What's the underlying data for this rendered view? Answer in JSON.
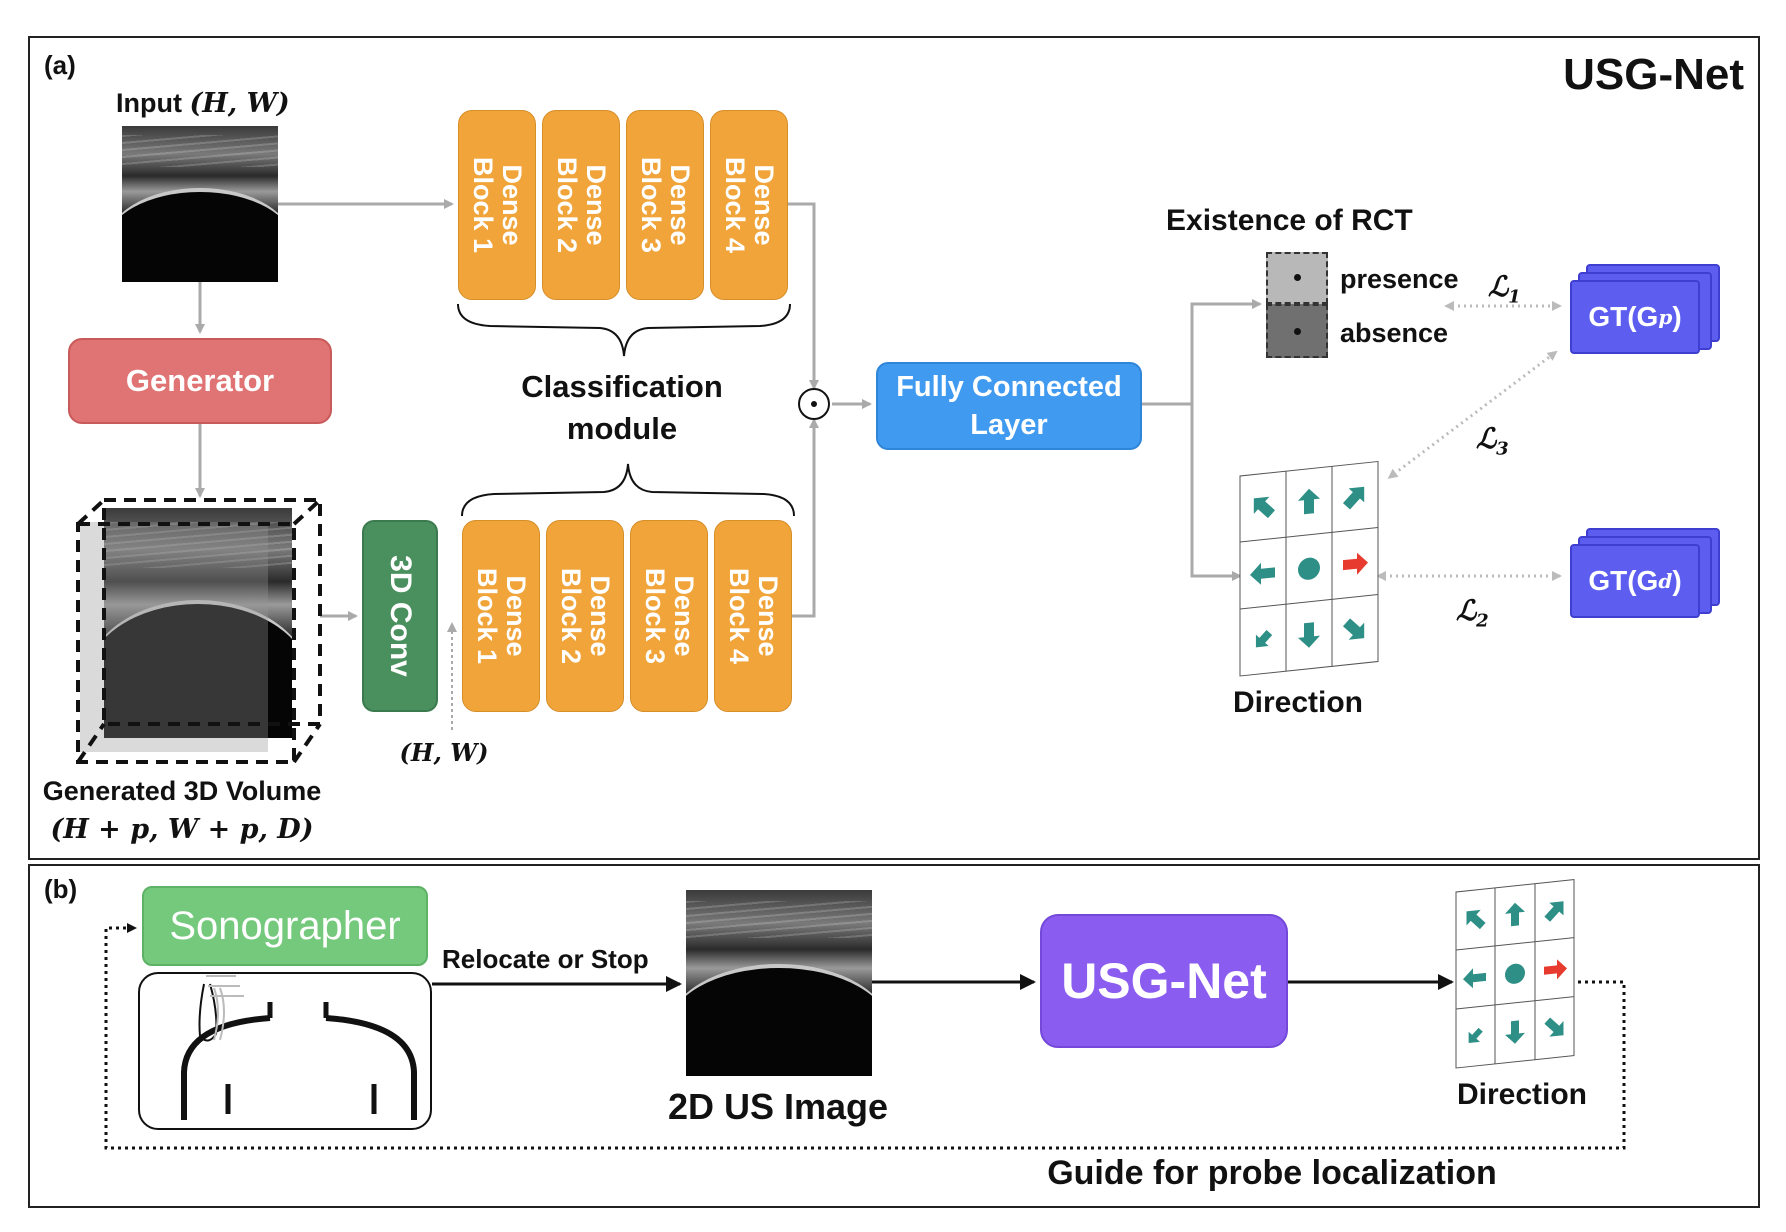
{
  "panel_a": {
    "label": "(a)",
    "title": "USG-Net",
    "input_label_prefix": "Input ",
    "input_dims": "(H, W)",
    "generator": "Generator",
    "volume_label": "Generated 3D Volume",
    "volume_dims": "(H + p, W + p, D)",
    "conv3d": "3D Conv",
    "conv_dims": "(H, W)",
    "dense_blocks": [
      "Dense\nBlock 1",
      "Dense\nBlock 2",
      "Dense\nBlock 3",
      "Dense\nBlock 4"
    ],
    "classification_module": "Classification\nmodule",
    "fusion_symbol": "⊙",
    "fc_layer": "Fully Connected\nLayer",
    "existence_title": "Existence of RCT",
    "presence": "presence",
    "absence": "absence",
    "loss1": "ℒ",
    "loss1_sub": "1",
    "loss2": "ℒ",
    "loss2_sub": "2",
    "loss3": "ℒ",
    "loss3_sub": "3",
    "gt_p": "GT(G",
    "gt_p_sub": "p",
    "gt_d": "GT(G",
    "gt_d_sub": "d",
    "direction": "Direction"
  },
  "panel_b": {
    "label": "(b)",
    "sonographer": "Sonographer",
    "relocate": "Relocate or Stop",
    "us_image": "2D US Image",
    "usgnet": "USG-Net",
    "direction": "Direction",
    "guide": "Guide for probe localization"
  },
  "colors": {
    "dense": "#f0a43a",
    "generator": "#e07373",
    "conv3d": "#4a8f5e",
    "fc": "#3f9af0",
    "gt": "#5d5ef0",
    "usgnet_b": "#8a5cf0",
    "sonographer": "#74c97d",
    "arrow_teal": "#2e8f86",
    "arrow_red": "#e63b2e"
  },
  "direction_grid_icons": [
    "up-left-arrow-icon",
    "up-arrow-icon",
    "up-right-arrow-icon",
    "left-arrow-icon",
    "dot-icon",
    "right-arrow-icon",
    "down-left-arrow-icon",
    "down-arrow-icon",
    "down-right-arrow-icon"
  ]
}
